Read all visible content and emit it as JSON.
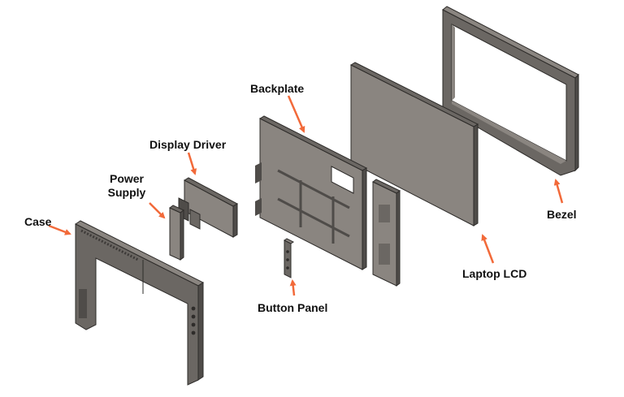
{
  "labels": {
    "case": "Case",
    "power_supply_line1": "Power",
    "power_supply_line2": "Supply",
    "display_driver": "Display Driver",
    "backplate": "Backplate",
    "button_panel": "Button Panel",
    "laptop_lcd": "Laptop LCD",
    "bezel": "Bezel"
  },
  "colors": {
    "part_face": "#8a8580",
    "part_side": "#6b6763",
    "part_dark": "#4f4c49",
    "edge": "#2e2c2a",
    "arrow": "#f26a3a",
    "label": "#111111"
  }
}
